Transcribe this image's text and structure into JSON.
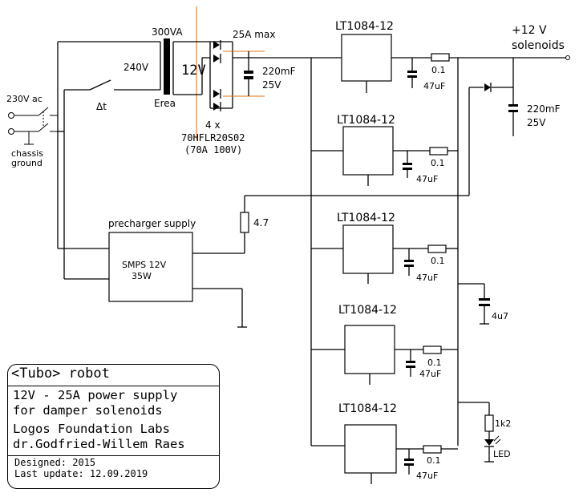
{
  "title_block": {
    "robot": "<Tubo> robot",
    "line1": "12V - 25A power supply",
    "line2": "for damper solenoids",
    "line3": "Logos Foundation Labs",
    "line4": "dr.Godfried-Willem Raes",
    "designed": "Designed: 2015",
    "updated": "Last update: 12.09.2019"
  },
  "mains": {
    "input": "230V ac",
    "ground1": "chassis",
    "ground2": "ground",
    "thermal": "Δt"
  },
  "transformer": {
    "rating": "300VA",
    "primary": "240V",
    "secondary": "12V",
    "brand": "Erea"
  },
  "rectifier": {
    "current": "25A max",
    "count": "4 x",
    "part": "70HFLR20S02",
    "spec": "(70A 100V)",
    "cap_value": "220mF",
    "cap_voltage": "25V"
  },
  "output": {
    "voltage": "+12 V",
    "label": "solenoids",
    "cap_value": "220mF",
    "cap_voltage": "25V"
  },
  "regulators": [
    {
      "name": "LT1084-12",
      "r": "0.1",
      "c": "47uF"
    },
    {
      "name": "LT1084-12",
      "r": "0.1",
      "c": "47uF"
    },
    {
      "name": "LT1084-12",
      "r": "0.1",
      "c": "47uF"
    },
    {
      "name": "LT1084-12",
      "r": "0.1",
      "c": "47uF"
    },
    {
      "name": "LT1084-12",
      "r": "0.1",
      "c": "47uF"
    }
  ],
  "precharger": {
    "label": "precharger supply",
    "smps1": "SMPS 12V",
    "smps2": "35W",
    "resistor": "4.7"
  },
  "misc": {
    "cap": "4u7",
    "led_resistor": "1k2",
    "led": "LED"
  }
}
